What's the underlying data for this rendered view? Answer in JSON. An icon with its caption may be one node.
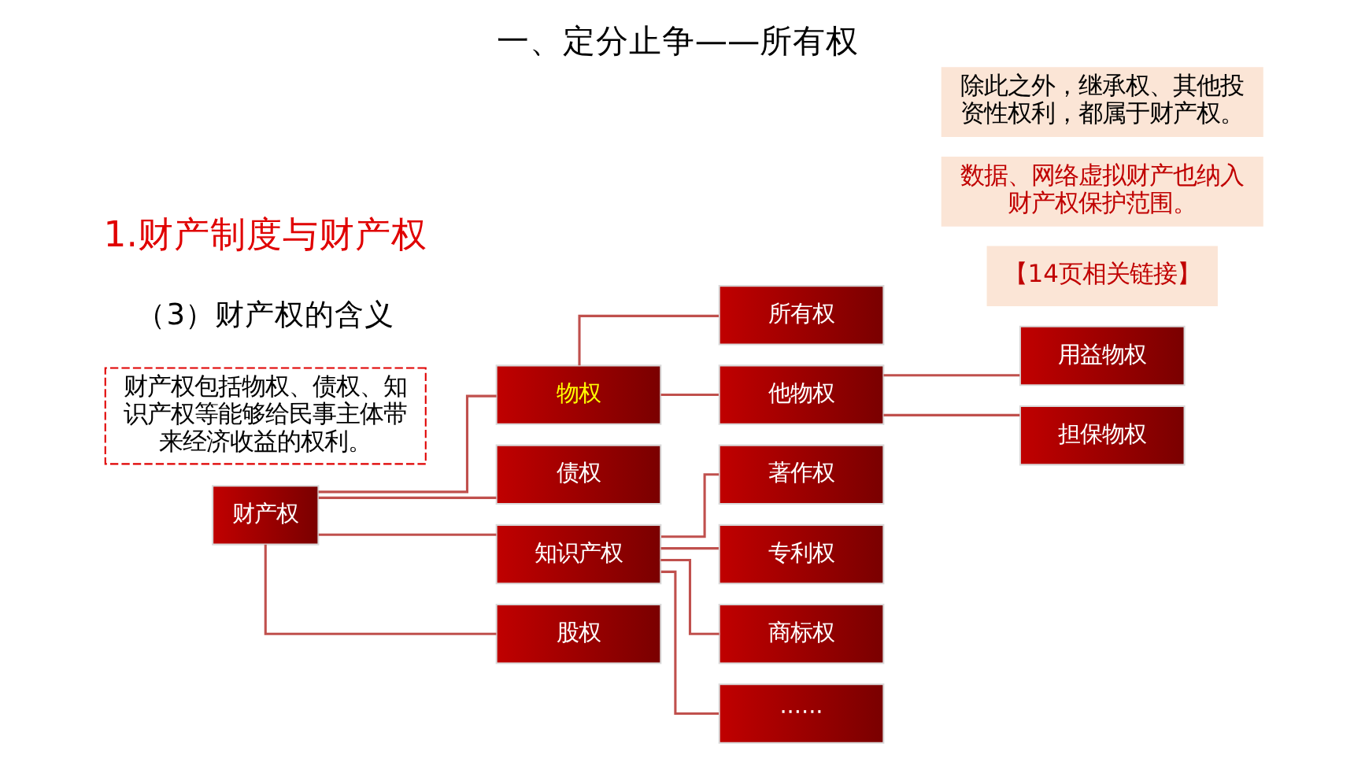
{
  "diagram": {
    "title": "一、定分止争——所有权",
    "nodes": [
      {
        "text": [
          "财产权"
        ]
      },
      {
        "text": [
          "物权"
        ]
      },
      {
        "text": [
          "债权"
        ]
      },
      {
        "text": [
          "知识产权"
        ]
      },
      {
        "text": [
          "股权"
        ]
      },
      {
        "text": [
          "所有权"
        ]
      },
      {
        "text": [
          "他物权"
        ]
      },
      {
        "text": [
          "用益物权"
        ]
      },
      {
        "text": [
          "担保物权"
        ]
      },
      {
        "text": [
          "著作权"
        ]
      },
      {
        "text": [
          "专利权"
        ]
      },
      {
        "text": [
          "商标权"
        ]
      },
      {
        "text": [
          "······"
        ]
      }
    ],
    "edges": [
      {
        "from": 0,
        "to": 1,
        "arrow": "none"
      },
      {
        "from": 0,
        "to": 2,
        "arrow": "none"
      },
      {
        "from": 0,
        "to": 3,
        "arrow": "none"
      },
      {
        "from": 0,
        "to": 4,
        "arrow": "none"
      },
      {
        "from": 1,
        "to": 5,
        "arrow": "none"
      },
      {
        "from": 1,
        "to": 6,
        "arrow": "none"
      },
      {
        "from": 6,
        "to": 7,
        "arrow": "none"
      },
      {
        "from": 6,
        "to": 8,
        "arrow": "none"
      },
      {
        "from": 3,
        "to": 9,
        "arrow": "none"
      },
      {
        "from": 3,
        "to": 10,
        "arrow": "none"
      },
      {
        "from": 3,
        "to": 11,
        "arrow": "none"
      },
      {
        "from": 3,
        "to": 12,
        "arrow": "none"
      }
    ],
    "labels": [
      "1.财产制度与财产权",
      "（3）财产权的含义",
      "财产权包括物权、债权、知识产权等能够给民事主体带来经济收益的权利。",
      "除此之外，继承权、其他投资性权利，都属于财产权。",
      "数据、网络虚拟财产也纳入财产权保护范围。",
      "【14页相关链接】"
    ]
  }
}
